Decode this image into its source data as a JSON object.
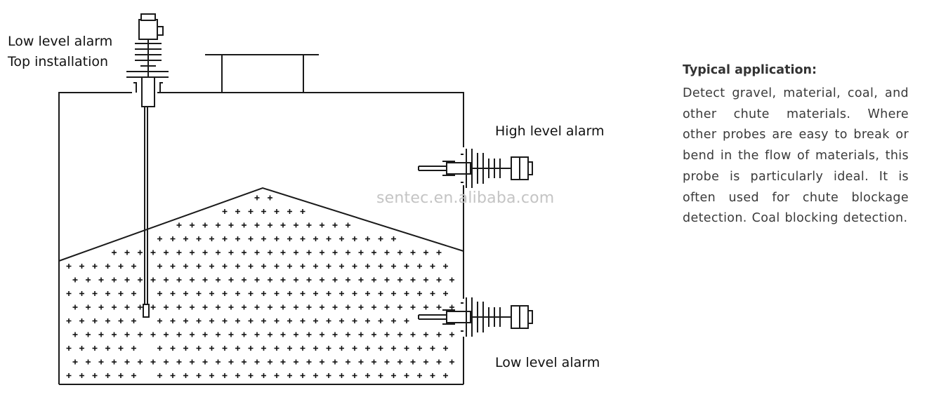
{
  "labels": {
    "top_probe": [
      "Low level alarm",
      "Top installation"
    ],
    "high_probe": "High level alarm",
    "low_probe": "Low level alarm"
  },
  "watermark": "sentec.en.alibaba.com",
  "info": {
    "title": "Typical application:",
    "body": "Detect gravel, material, coal, and other chute materials. Where other probes are easy to break or bend in the flow of materials, this probe is particularly ideal. It is often used for chute blockage detection. Coal blocking detection."
  },
  "colors": {
    "line": "#1a1a1a",
    "fill_mark": "#111111",
    "watermark": "#c4c4c4"
  }
}
